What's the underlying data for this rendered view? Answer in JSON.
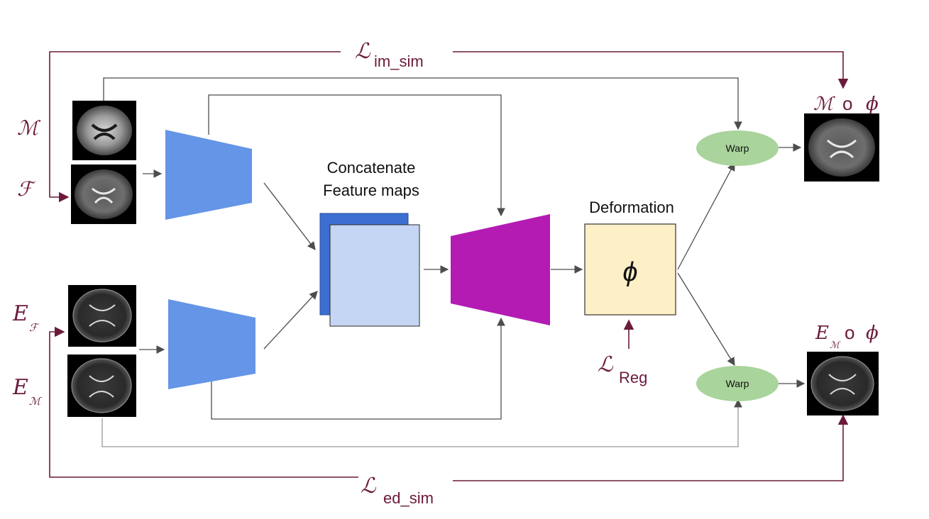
{
  "labels": {
    "moving": "ℳ",
    "fixed": "ℱ",
    "edge_fixed_base": "E",
    "edge_fixed_sub": "ℱ",
    "edge_moving_base": "E",
    "edge_moving_sub": "ℳ",
    "concat_line1": "Concatenate",
    "concat_line2": "Feature maps",
    "deformation": "Deformation",
    "phi": "ϕ",
    "warp_top": "Warp",
    "warp_bottom": "Warp",
    "out_top_m": "ℳ",
    "out_top_o": "o",
    "out_top_phi": "ϕ",
    "out_bot_e": "E",
    "out_bot_sub": "ℳ",
    "out_bot_o": "o",
    "out_bot_phi": "ϕ"
  },
  "losses": {
    "im_sim_symbol": "ℒ",
    "im_sim_sub": "im_sim",
    "ed_sim_symbol": "ℒ",
    "ed_sim_sub": "ed_sim",
    "reg_symbol": "ℒ",
    "reg_sub": "Reg"
  },
  "colors": {
    "encoder": "#6495e6",
    "decoder": "#b31bb3",
    "feature_back": "#3c6fd1",
    "feature_front": "#c4d6f3",
    "deformation_box": "#fdefc6",
    "warp": "#a9d49b",
    "loss": "#6b1a3c",
    "arrow": "#4d4d4d"
  },
  "icons": {
    "brain_images": "brain-mri-icon"
  }
}
